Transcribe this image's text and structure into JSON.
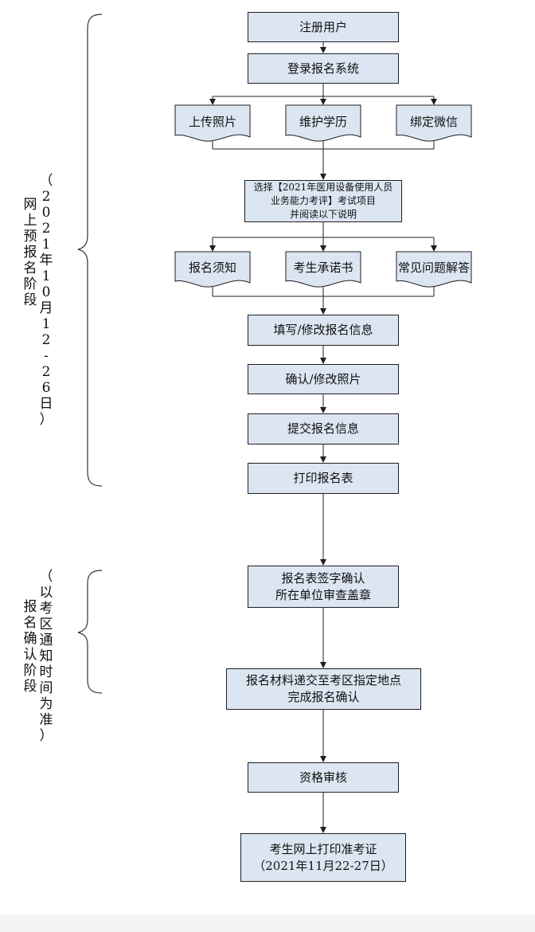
{
  "stage1_label": {
    "col1": "（2021年10月12-26日）",
    "col2": "网上预报名阶段"
  },
  "stage2_label": {
    "col1": "（以考区通知时间为准）",
    "col2": "报名确认阶段"
  },
  "steps": {
    "register": "注册用户",
    "login": "登录报名系统",
    "upload_photo": "上传照片",
    "maintain_education": "维护学历",
    "bind_wechat": "绑定微信",
    "select_exam": [
      "选择【2021年医用设备使用人员",
      "业务能力考评】考试项目",
      "并阅读以下说明"
    ],
    "notice": "报名须知",
    "commitment": "考生承诺书",
    "faq": "常见问题解答",
    "fill_info": "填写/修改报名信息",
    "confirm_photo": "确认/修改照片",
    "submit_info": "提交报名信息",
    "print_form": "打印报名表",
    "sign_confirm": [
      "报名表签字确认",
      "所在单位审查盖章"
    ],
    "submit_materials": [
      "报名材料递交至考区指定地点",
      "完成报名确认"
    ],
    "qualification_review": "资格审核",
    "print_admission": [
      "考生网上打印准考证",
      "（2021年11月22-27日）"
    ]
  }
}
